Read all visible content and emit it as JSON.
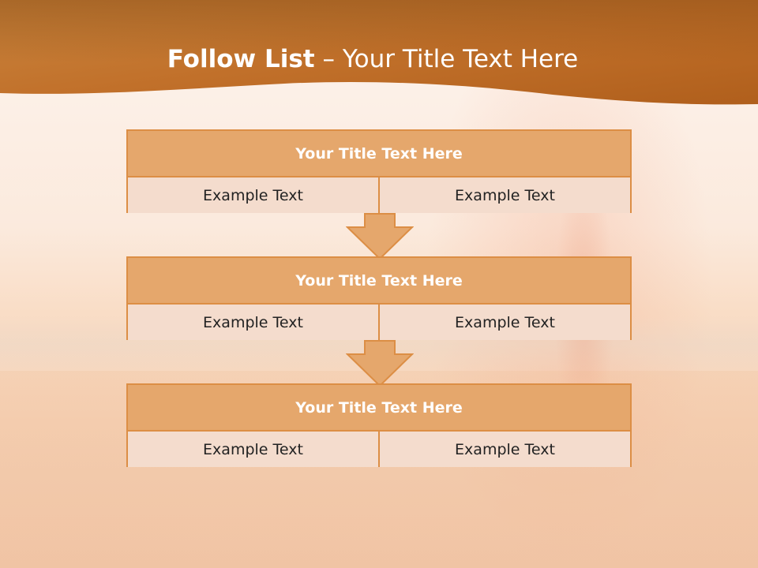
{
  "slide": {
    "title_bold": "Follow List",
    "title_rest": " – Your Title Text Here"
  },
  "colors": {
    "header": "#b8661e",
    "box_title": "#e5a76c",
    "box_border": "#dc8e45",
    "box_row": "#f4dccd"
  },
  "steps": [
    {
      "title": "Your Title Text Here",
      "left": "Example Text",
      "right": "Example Text"
    },
    {
      "title": "Your Title Text Here",
      "left": "Example Text",
      "right": "Example Text"
    },
    {
      "title": "Your Title Text Here",
      "left": "Example Text",
      "right": "Example Text"
    }
  ]
}
